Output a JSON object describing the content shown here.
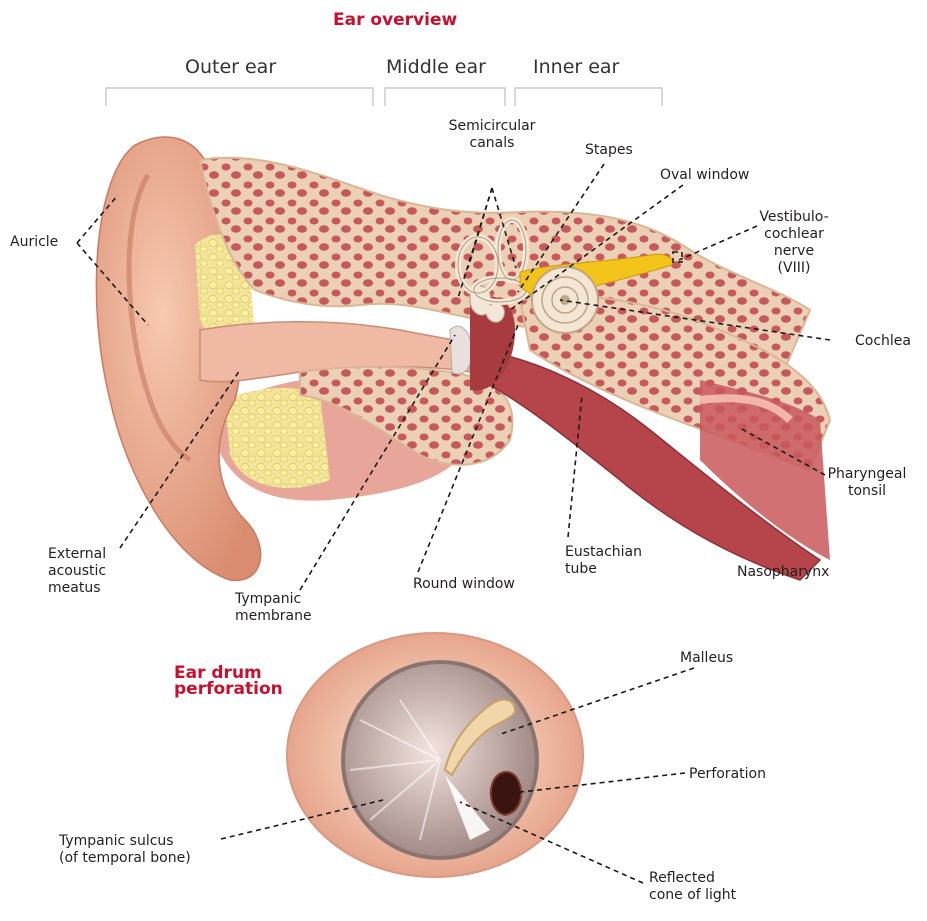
{
  "titles": {
    "overview": "Ear overview",
    "perforation_line1": "Ear drum",
    "perforation_line2": "perforation"
  },
  "regions": {
    "outer": "Outer ear",
    "middle": "Middle ear",
    "inner": "Inner ear"
  },
  "labels": {
    "semicircular_1": "Semicircular",
    "semicircular_2": "canals",
    "stapes": "Stapes",
    "oval_window": "Oval window",
    "vestibulo_1": "Vestibulo-",
    "vestibulo_2": "cochlear",
    "vestibulo_3": "nerve",
    "vestibulo_4": "(VIII)",
    "auricle": "Auricle",
    "cochlea": "Cochlea",
    "pharyngeal_1": "Pharyngeal",
    "pharyngeal_2": "tonsil",
    "external_1": "External",
    "external_2": "acoustic",
    "external_3": "meatus",
    "tympanic_1": "Tympanic",
    "tympanic_2": "membrane",
    "round_window": "Round window",
    "eustachian_1": "Eustachian",
    "eustachian_2": "tube",
    "nasopharynx": "Nasopharynx",
    "malleus": "Malleus",
    "perforation": "Perforation",
    "sulcus_1": "Tympanic sulcus",
    "sulcus_2": "(of temporal bone)",
    "cone_1": "Reflected",
    "cone_2": "cone of light"
  }
}
